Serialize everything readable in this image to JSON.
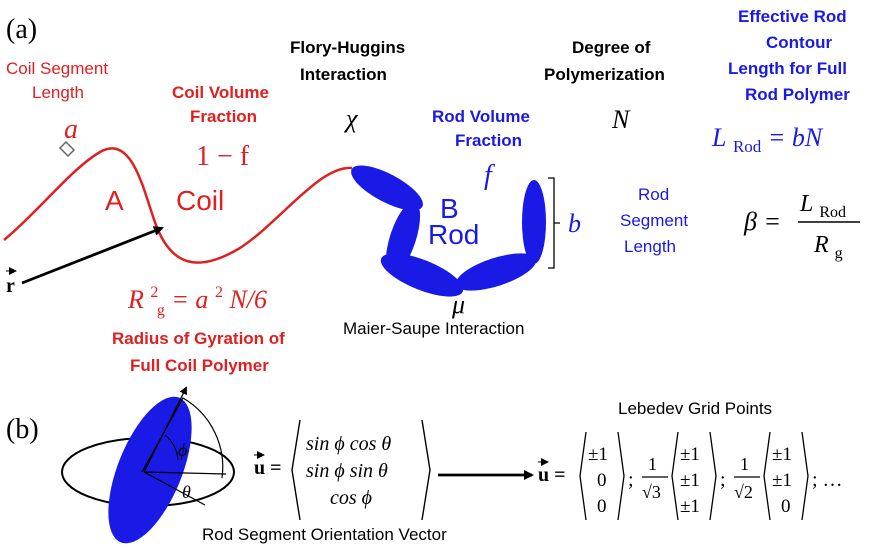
{
  "panel_a": {
    "label": "(a)",
    "coil_segment_length": [
      "Coil Segment",
      "Length"
    ],
    "a_symbol": "a",
    "coil_volume_fraction": [
      "Coil Volume",
      "Fraction"
    ],
    "one_minus_f": "1 − f",
    "block_A": "A",
    "coil_word": "Coil",
    "flory_huggins": [
      "Flory-Huggins",
      "Interaction"
    ],
    "chi_symbol": "χ",
    "degree_of_polymerization": [
      "Degree of",
      "Polymerization"
    ],
    "N_symbol": "N",
    "effective_rod_contour": [
      "Effective Rod",
      "Contour",
      "Length for Full",
      "Rod Polymer"
    ],
    "L_rod_eq": {
      "L": "L",
      "sub": "Rod",
      "rest": " = bN"
    },
    "rod_volume_fraction": [
      "Rod Volume",
      "Fraction"
    ],
    "f_symbol": "f",
    "block_B": "B",
    "rod_word": "Rod",
    "b_symbol": "b",
    "rod_segment_length": [
      "Rod",
      "Segment",
      "Length"
    ],
    "beta_eq": {
      "beta": "β =",
      "num_L": "L",
      "num_sub": "Rod",
      "den_R": "R",
      "den_sub": "g"
    },
    "r_vec": "r",
    "rg_eq": {
      "R": "R",
      "sup": "2",
      "sub": "g",
      "rest": " = a",
      "sup2": "2",
      "tail": "N/6"
    },
    "radius_of_gyration": [
      "Radius of Gyration of",
      "Full Coil Polymer"
    ],
    "mu_symbol": "μ",
    "maier_saupe": "Maier-Saupe Interaction"
  },
  "panel_b": {
    "label": "(b)",
    "phi": "ϕ",
    "theta": "θ",
    "u_vec": "u",
    "vec_rows": [
      "sin ϕ cos θ",
      "sin ϕ sin θ",
      "cos ϕ"
    ],
    "rod_segment_orientation": "Rod Segment Orientation Vector",
    "lebedev_title": "Lebedev Grid Points",
    "lebedev_v1": [
      "±1",
      "0",
      "0"
    ],
    "sep": ";",
    "one": "1",
    "sqrt3": "√3",
    "sqrt2": "√2",
    "lebedev_v2": [
      "±1",
      "±1",
      "±1"
    ],
    "lebedev_v3": [
      "±1",
      "±1",
      "0"
    ],
    "ellipsis": "; …"
  },
  "colors": {
    "coil": "#e02020",
    "rod": "#1a1ae6",
    "text": "#000000"
  }
}
